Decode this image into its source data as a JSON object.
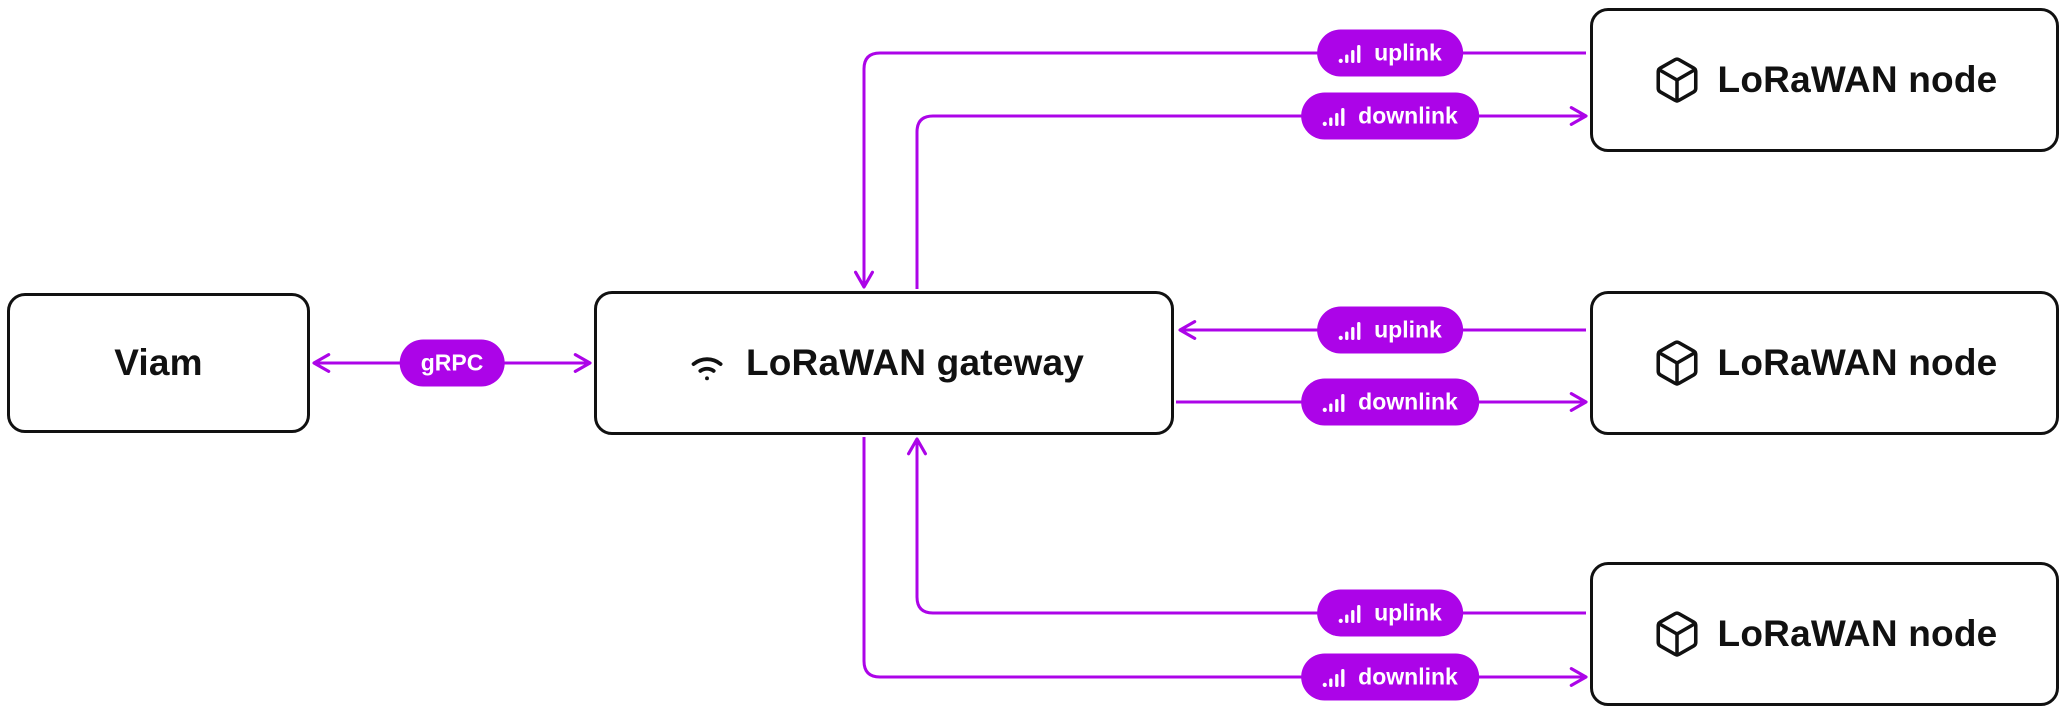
{
  "colors": {
    "accent": "#AC04E8",
    "ink": "#111111",
    "background": "#FFFFFF"
  },
  "boxes": {
    "viam": {
      "label": "Viam"
    },
    "gateway": {
      "label": "LoRaWAN gateway",
      "icon": "wifi-icon"
    },
    "nodes": [
      {
        "label": "LoRaWAN node",
        "icon": "cube-icon"
      },
      {
        "label": "LoRaWAN node",
        "icon": "cube-icon"
      },
      {
        "label": "LoRaWAN node",
        "icon": "cube-icon"
      }
    ]
  },
  "links": {
    "grpc_label": "gRPC",
    "grpc_direction": "bidirectional",
    "uplink_label": "uplink",
    "downlink_label": "downlink",
    "badge_icon": "signal-bars-icon"
  }
}
